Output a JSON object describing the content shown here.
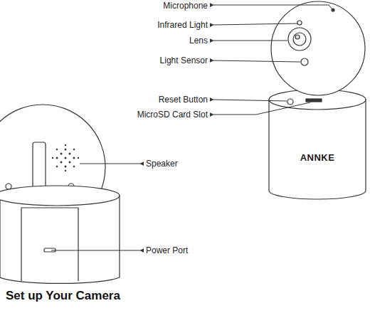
{
  "diagram": {
    "labels": [
      "Microphone",
      "Infrared Light",
      "Lens",
      "Light Sensor",
      "Reset Button",
      "MicroSD Card Slot",
      "ANNKE",
      "Speaker",
      "Power Port",
      "Set up Your Camera"
    ]
  }
}
